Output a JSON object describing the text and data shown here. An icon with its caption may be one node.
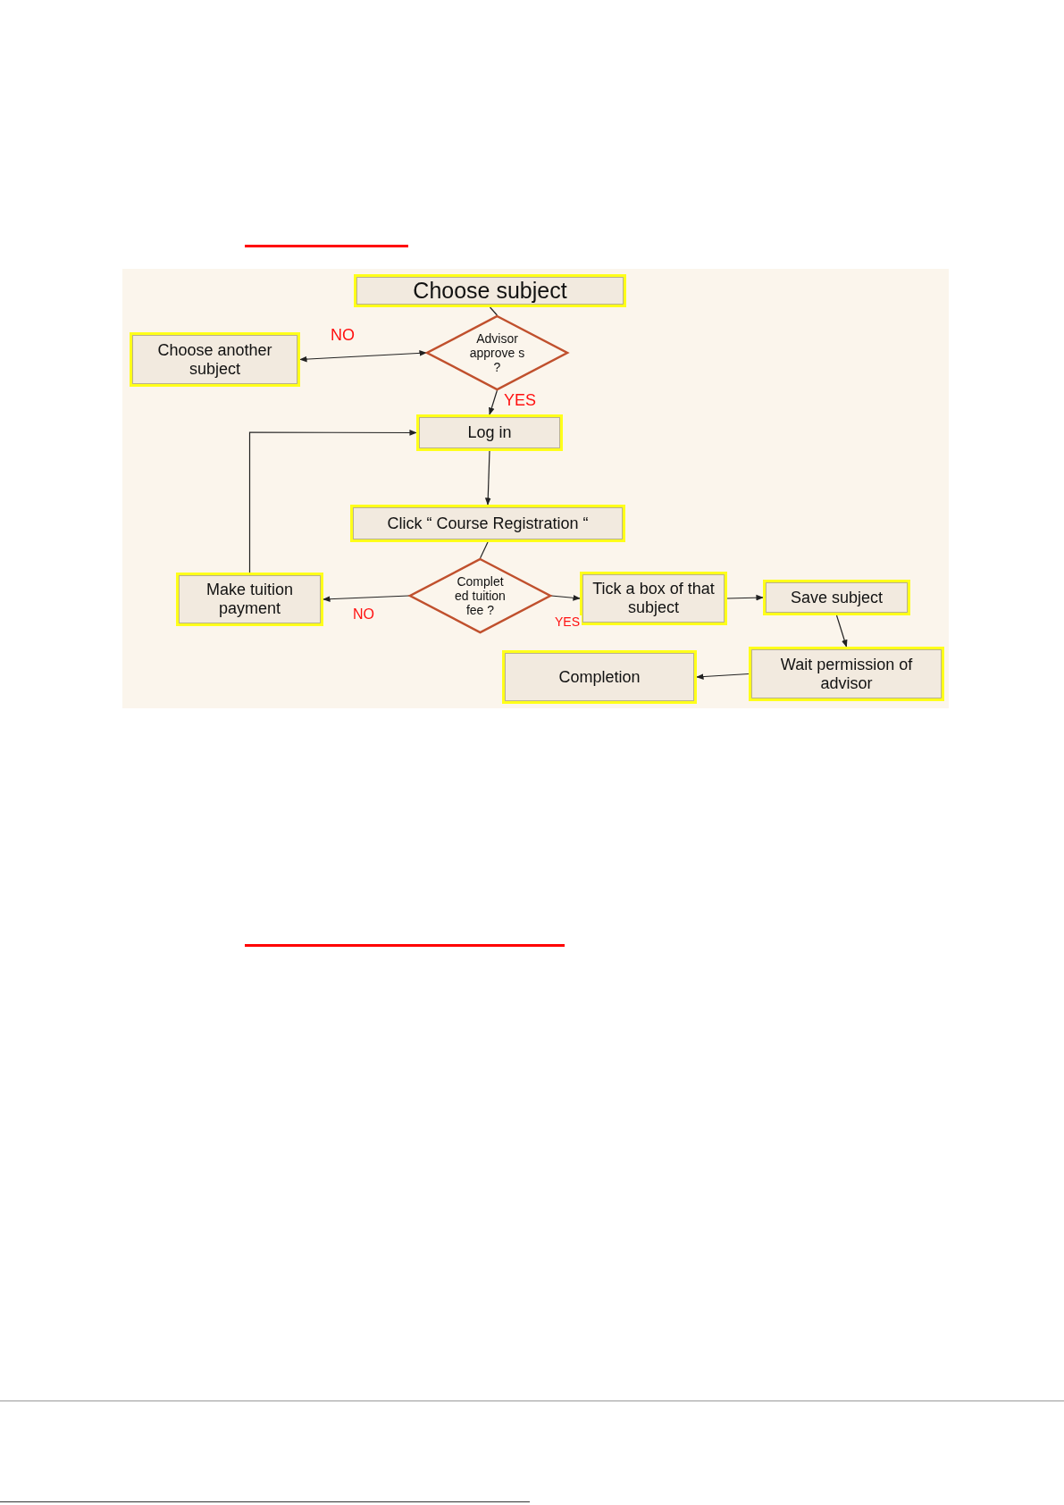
{
  "diagram": {
    "nodes": [
      {
        "text": [
          "Choose subject"
        ]
      },
      {
        "text": [
          "Advisor approve s ?"
        ]
      },
      {
        "text": [
          "Choose another subject"
        ]
      },
      {
        "text": [
          "Log in"
        ]
      },
      {
        "text": [
          "Click “ Course Registration “"
        ]
      },
      {
        "text": [
          "Complet ed tuition fee ?"
        ]
      },
      {
        "text": [
          "Make tuition payment"
        ]
      },
      {
        "text": [
          "Tick a box of that subject"
        ]
      },
      {
        "text": [
          "Save subject"
        ]
      },
      {
        "text": [
          "Wait permission of advisor"
        ]
      },
      {
        "text": [
          "Completion"
        ]
      }
    ],
    "edges": [
      {
        "from": 0,
        "to": 1,
        "arrow": "none"
      },
      {
        "from": 1,
        "to": 2,
        "arrow": "both",
        "label": "NO"
      },
      {
        "from": 1,
        "to": 3,
        "arrow": "to",
        "label": "YES"
      },
      {
        "from": 6,
        "to": 3,
        "arrow": "to"
      },
      {
        "from": 3,
        "to": 4,
        "arrow": "to"
      },
      {
        "from": 4,
        "to": 5,
        "arrow": "none"
      },
      {
        "from": 5,
        "to": 6,
        "arrow": "to",
        "label": "NO"
      },
      {
        "from": 5,
        "to": 7,
        "arrow": "to",
        "label": "YES"
      },
      {
        "from": 7,
        "to": 8,
        "arrow": "to"
      },
      {
        "from": 8,
        "to": 9,
        "arrow": "to"
      },
      {
        "from": 9,
        "to": 10,
        "arrow": "to"
      }
    ]
  }
}
